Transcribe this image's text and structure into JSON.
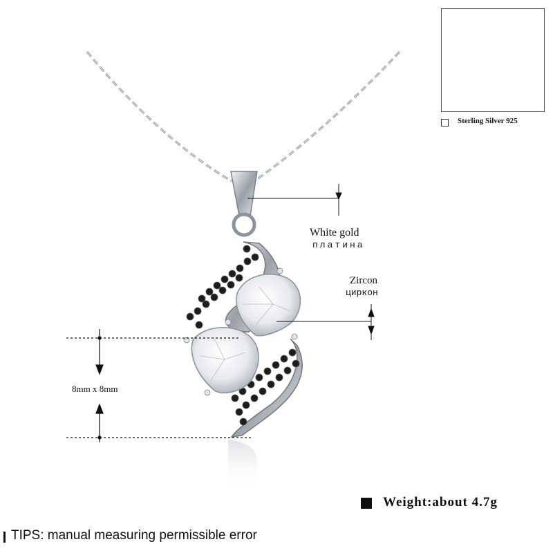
{
  "product": {
    "material_en": "White gold",
    "material_ru": "платина",
    "stone_en": "Zircon",
    "stone_ru": "циркон",
    "size": "8mm x 8mm",
    "weight": "Weight:about 4.7g",
    "tips": "TIPS: manual measuring permissible error"
  },
  "thumbnail": {
    "option_label": "Sterling Silver 925"
  },
  "colors": {
    "metal": "#c9ccd1",
    "black_stone": "#1c1c1c",
    "clear_stone": "#eef1f4"
  }
}
